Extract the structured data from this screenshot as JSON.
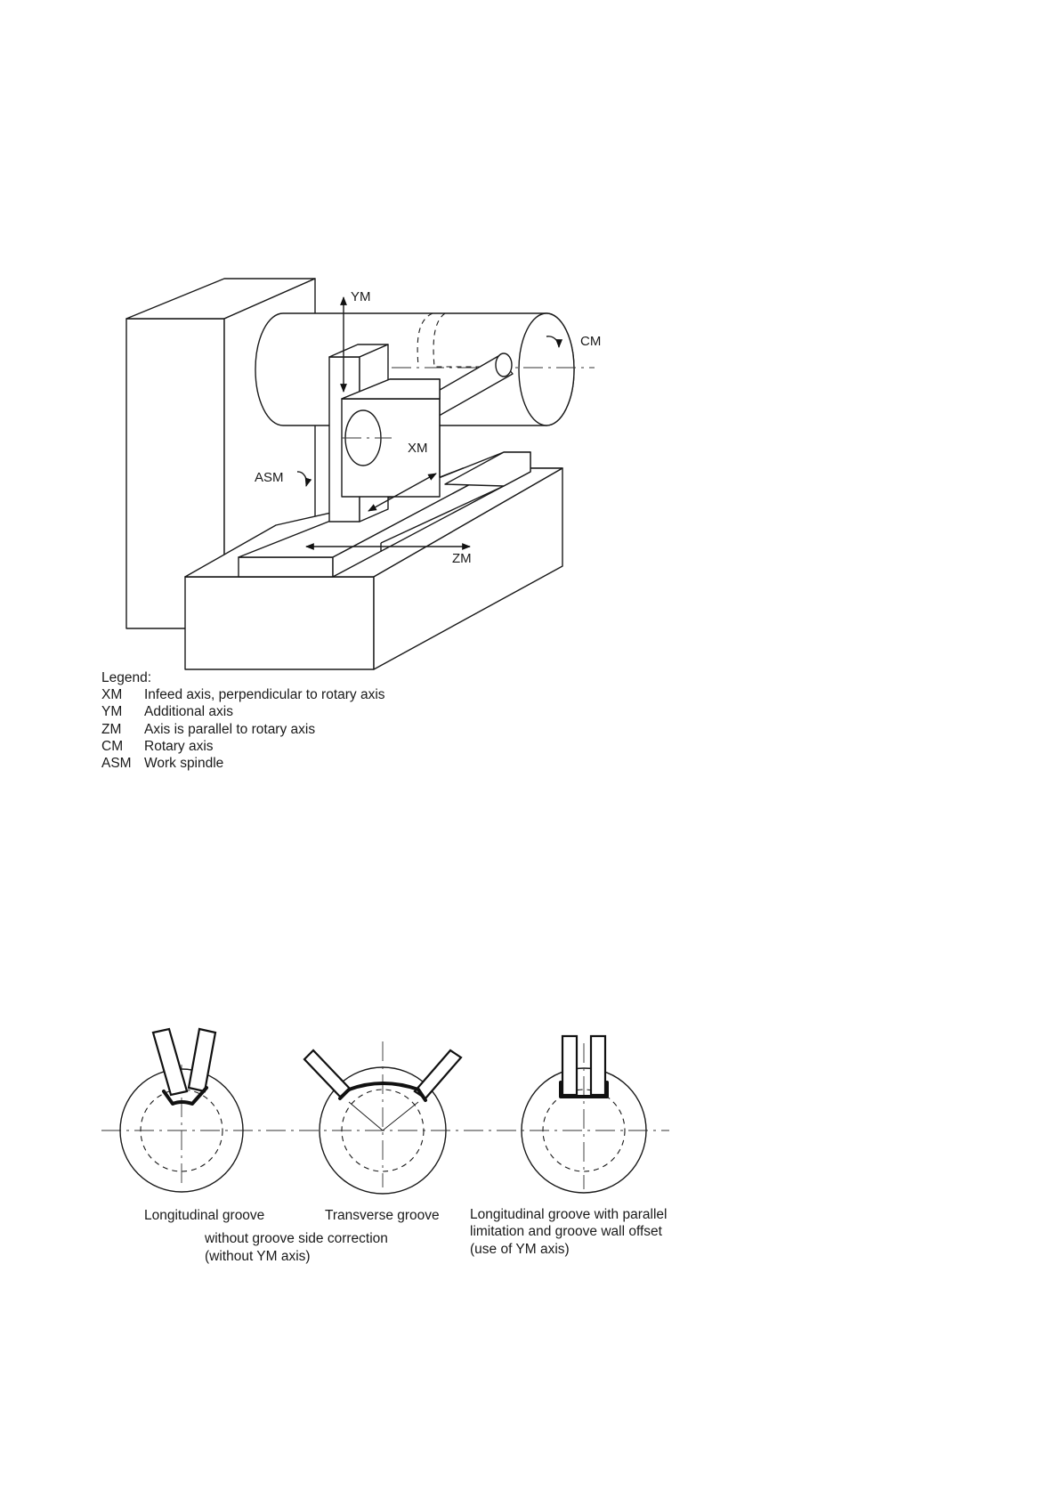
{
  "machine_figure": {
    "axis_labels": {
      "ym": "YM",
      "cm": "CM",
      "xm": "XM",
      "asm": "ASM",
      "zm": "ZM"
    }
  },
  "legend": {
    "title": "Legend:",
    "items": [
      {
        "key": "XM",
        "text": "Infeed axis, perpendicular to rotary axis"
      },
      {
        "key": "YM",
        "text": "Additional axis"
      },
      {
        "key": "ZM",
        "text": "Axis is parallel to rotary axis"
      },
      {
        "key": "CM",
        "text": "Rotary axis"
      },
      {
        "key": "ASM",
        "text": "Work spindle"
      }
    ]
  },
  "groove_figure": {
    "captions": {
      "longitudinal": "Longitudinal groove",
      "transverse": "Transverse groove",
      "shared_line1": "without groove side correction",
      "shared_line2": "(without YM axis)",
      "parallel_line1": "Longitudinal groove with parallel",
      "parallel_line2": "limitation and groove wall offset",
      "parallel_line3": "(use of YM axis)"
    }
  }
}
